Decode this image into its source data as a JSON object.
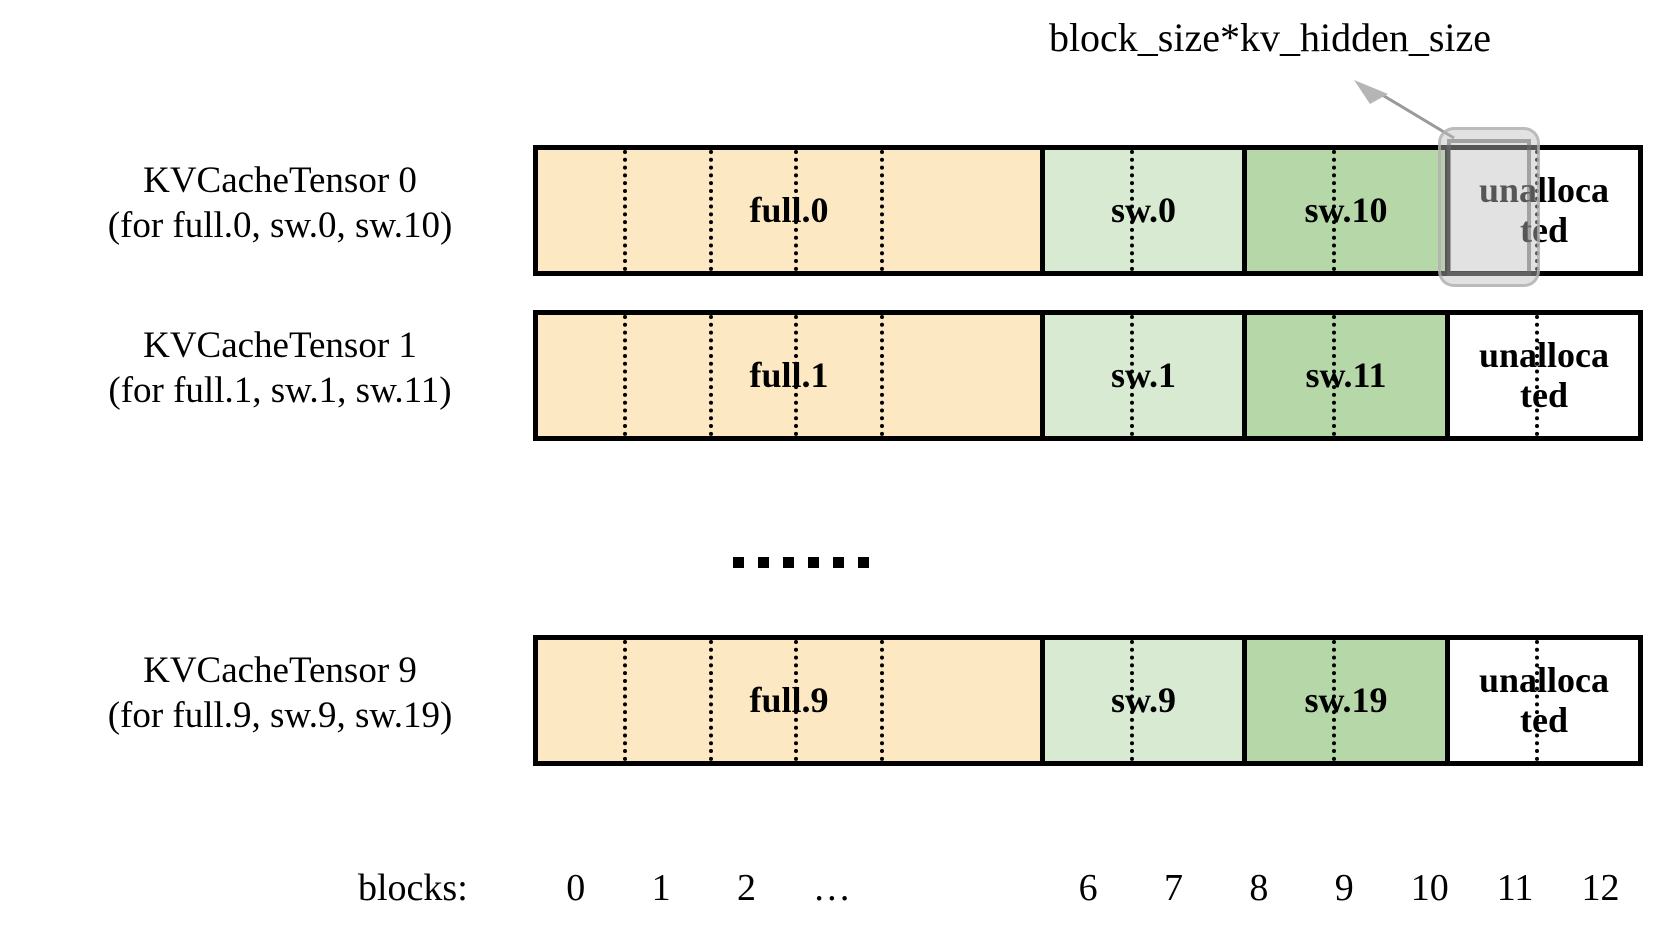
{
  "annotation": {
    "label": "block_size*kv_hidden_size",
    "arrow_icon": "arrow-up-left-icon",
    "highlight_target_block": 11
  },
  "colors": {
    "full_fill": "#fce8c3",
    "sw_light_fill": "#d9ead3",
    "sw_dark_fill": "#b6d7a8",
    "unallocated_fill": "#ffffff",
    "border": "#000000",
    "highlight": "#bebebe"
  },
  "rows": [
    {
      "label_line1": "KVCacheTensor 0",
      "label_line2": "(for full.0, sw.0, sw.10)",
      "segments": [
        {
          "name": "full.0",
          "kind": "full",
          "blocks": 7
        },
        {
          "name": "sw.0",
          "kind": "sw-light",
          "blocks": 2
        },
        {
          "name": "sw.10",
          "kind": "sw-dark",
          "blocks": 2
        },
        {
          "name": "unalloca ted",
          "kind": "unallocated",
          "blocks": 2
        }
      ]
    },
    {
      "label_line1": "KVCacheTensor 1",
      "label_line2": "(for full.1, sw.1, sw.11)",
      "segments": [
        {
          "name": "full.1",
          "kind": "full",
          "blocks": 7
        },
        {
          "name": "sw.1",
          "kind": "sw-light",
          "blocks": 2
        },
        {
          "name": "sw.11",
          "kind": "sw-dark",
          "blocks": 2
        },
        {
          "name": "unalloca ted",
          "kind": "unallocated",
          "blocks": 2
        }
      ]
    },
    {
      "label_line1": "KVCacheTensor 9",
      "label_line2": "(for full.9, sw.9, sw.19)",
      "segments": [
        {
          "name": "full.9",
          "kind": "full",
          "blocks": 7
        },
        {
          "name": "sw.9",
          "kind": "sw-light",
          "blocks": 2
        },
        {
          "name": "sw.19",
          "kind": "sw-dark",
          "blocks": 2
        },
        {
          "name": "unalloca ted",
          "kind": "unallocated",
          "blocks": 2
        }
      ]
    }
  ],
  "ellipsis": {
    "dot_count": 6
  },
  "axis": {
    "title": "blocks:",
    "ticks": [
      "0",
      "1",
      "2",
      "…",
      "6",
      "7",
      "8",
      "9",
      "10",
      "11",
      "12"
    ],
    "tick_block_index": [
      0,
      1,
      2,
      3,
      6,
      7,
      8,
      9,
      10,
      11,
      12
    ]
  }
}
